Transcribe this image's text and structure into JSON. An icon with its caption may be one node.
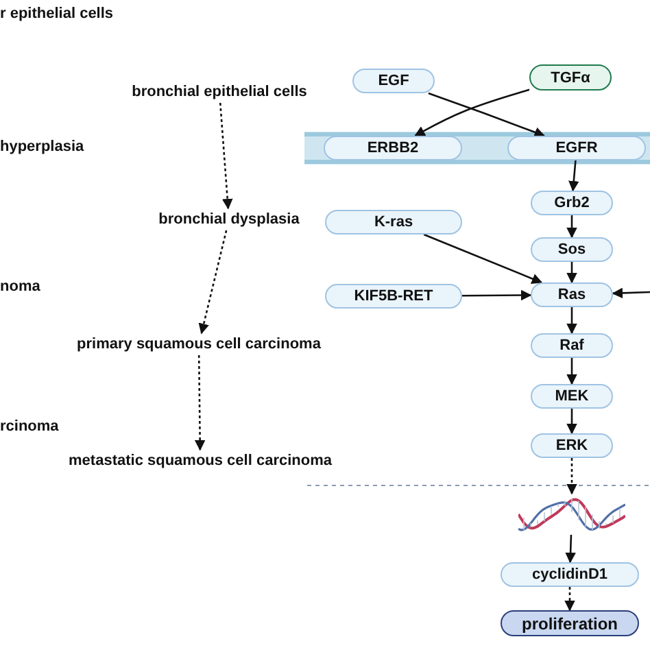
{
  "diagram": {
    "nodes": [
      {
        "text": [
          "bronchial epithelial cells"
        ]
      },
      {
        "text": [
          "bronchial dysplasia"
        ]
      },
      {
        "text": [
          "primary squamous cell carcinoma"
        ]
      },
      {
        "text": [
          "metastatic squamous cell carcinoma"
        ]
      },
      {
        "text": [
          "EGF"
        ]
      },
      {
        "text": [
          "TGFα"
        ]
      },
      {
        "text": [
          "ERBB2"
        ]
      },
      {
        "text": [
          "EGFR"
        ]
      },
      {
        "text": [
          "Grb2"
        ]
      },
      {
        "text": [
          "K-ras"
        ]
      },
      {
        "text": [
          "Sos"
        ]
      },
      {
        "text": [
          "KIF5B-RET"
        ]
      },
      {
        "text": [
          "Ras"
        ]
      },
      {
        "text": [
          "Raf"
        ]
      },
      {
        "text": [
          "MEK"
        ]
      },
      {
        "text": [
          "ERK"
        ]
      },
      {
        "text": [],
        "shape": "picture"
      },
      {
        "text": [
          "cyclidinD1"
        ]
      },
      {
        "text": [
          "proliferation"
        ]
      }
    ],
    "edges": [
      {
        "from": 0,
        "to": 1,
        "arrow": "to",
        "style": "dashed"
      },
      {
        "from": 1,
        "to": 2,
        "arrow": "to",
        "style": "dashed"
      },
      {
        "from": 2,
        "to": 3,
        "arrow": "to",
        "style": "dashed"
      },
      {
        "from": 4,
        "to": 7,
        "arrow": "to"
      },
      {
        "from": 5,
        "to": 6,
        "arrow": "to"
      },
      {
        "from": 7,
        "to": 8,
        "arrow": "to"
      },
      {
        "from": 8,
        "to": 10,
        "arrow": "to"
      },
      {
        "from": 10,
        "to": 12,
        "arrow": "to"
      },
      {
        "from": 9,
        "to": 12,
        "arrow": "to"
      },
      {
        "from": 11,
        "to": 12,
        "arrow": "to"
      },
      {
        "from": null,
        "to": 12,
        "arrow": "to"
      },
      {
        "from": 12,
        "to": 13,
        "arrow": "to"
      },
      {
        "from": 13,
        "to": 14,
        "arrow": "to"
      },
      {
        "from": 14,
        "to": 15,
        "arrow": "to"
      },
      {
        "from": 15,
        "to": 16,
        "arrow": "to",
        "style": "dashed"
      },
      {
        "from": 16,
        "to": 17,
        "arrow": "to"
      },
      {
        "from": 17,
        "to": 18,
        "arrow": "to",
        "style": "dashed"
      }
    ],
    "labels": [
      "r epithelial cells",
      "hyperplasia",
      "noma",
      "rcinoma"
    ]
  }
}
